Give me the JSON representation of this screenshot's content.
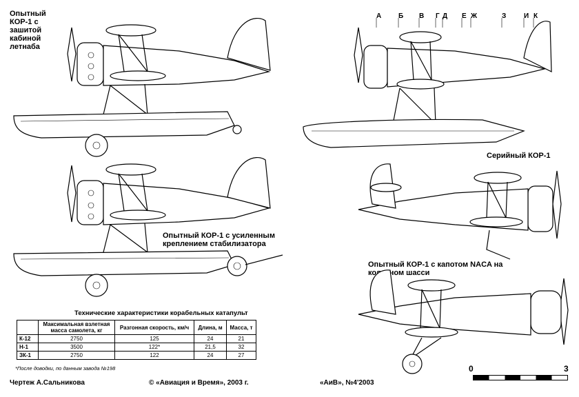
{
  "captions": {
    "top_left": [
      "Опытный",
      "КОР-1 с",
      "зашитой",
      "кабиной",
      "летнаба"
    ],
    "mid_left": [
      "Опытный КОР-1 с усиленным",
      "креплением стабилизатора"
    ],
    "serial": "Серийный КОР-1",
    "naca": [
      "Опытный КОР-1 с капотом NACA на",
      "колесном шасси"
    ]
  },
  "section_letters": [
    "А",
    "Б",
    "В",
    "Г",
    "Д",
    "Е",
    "Ж",
    "З",
    "И",
    "К"
  ],
  "table": {
    "title": "Технические характеристики корабельных катапульт",
    "headers": [
      "",
      "Максимальная взлетная масса самолета, кг",
      "Разгонная скорость, км/ч",
      "Длина, м",
      "Масса, т"
    ],
    "rows": [
      [
        "К-12",
        "2750",
        "125",
        "24",
        "21"
      ],
      [
        "Н-1",
        "3500",
        "122*",
        "21,5",
        "32"
      ],
      [
        "ЗК-1",
        "2750",
        "122",
        "24",
        "27"
      ]
    ],
    "footnote": "*После доводки, по данным завода №198"
  },
  "scale": {
    "min": "0",
    "max": "3"
  },
  "footer": {
    "author": "Чертеж А.Сальникова",
    "copyright": "© «Авиация и Время», 2003 г.",
    "issue": "«АиВ», №4'2003"
  }
}
